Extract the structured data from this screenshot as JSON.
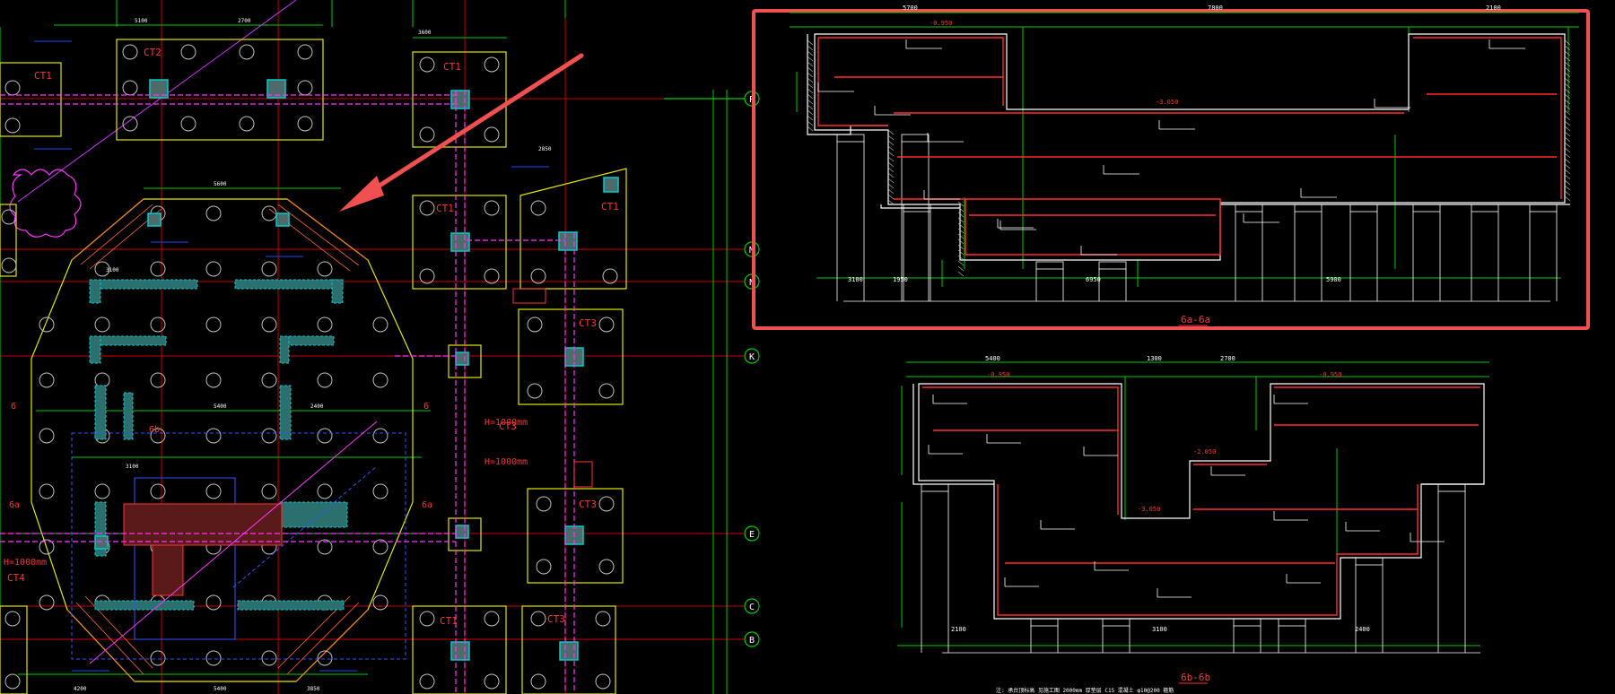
{
  "app": {
    "title": "CAD Drawing Viewer"
  },
  "colors": {
    "background": "#000000",
    "grid": "#00cc00",
    "axis_line": "#cc0000",
    "cap_outline": "#e6e600",
    "pile": "#bfbfbf",
    "wall": "#00cccc",
    "pipe": "#ff33ff",
    "highlight": "#ff4d4d",
    "annotation": "#1a4dff",
    "rebar": "#ff2a2a",
    "section": "#ffffff"
  },
  "plan": {
    "axes": [
      {
        "label": "P"
      },
      {
        "label": "M"
      },
      {
        "label": "N"
      },
      {
        "label": "K"
      },
      {
        "label": "E"
      },
      {
        "label": "C"
      },
      {
        "label": "B"
      }
    ],
    "caps": [
      {
        "label": "CT2"
      },
      {
        "label": "CT1"
      },
      {
        "label": "CT1"
      },
      {
        "label": "CT1"
      },
      {
        "label": "CT1"
      },
      {
        "label": "CT3"
      },
      {
        "label": "CT3"
      },
      {
        "label": "CT1"
      },
      {
        "label": "CT3"
      },
      {
        "label": "CT3"
      },
      {
        "label": "CT4"
      }
    ],
    "pile_notes": [
      {
        "text": "H=1000mm"
      },
      {
        "text": "H=1000mm"
      },
      {
        "text": "H=1000mm"
      }
    ],
    "section_marks": [
      {
        "text": "6"
      },
      {
        "text": "6"
      },
      {
        "text": "6a"
      },
      {
        "text": "6a"
      },
      {
        "text": "6b"
      }
    ],
    "dimensions": [
      {
        "text": "5100"
      },
      {
        "text": "5600"
      },
      {
        "text": "3100"
      },
      {
        "text": "5400"
      },
      {
        "text": "2700"
      },
      {
        "text": "2400"
      },
      {
        "text": "3600"
      },
      {
        "text": "2850"
      },
      {
        "text": "4200"
      },
      {
        "text": "5400"
      },
      {
        "text": "3850"
      },
      {
        "text": "3100"
      }
    ]
  },
  "sections": [
    {
      "title": "6a-6a",
      "dims_top": [
        {
          "text": "5700"
        },
        {
          "text": "7800"
        },
        {
          "text": "2100"
        }
      ],
      "dims_bottom": [
        {
          "text": "3100"
        },
        {
          "text": "6950"
        },
        {
          "text": "1950"
        },
        {
          "text": "5900"
        }
      ],
      "levels": [
        {
          "text": "-0.950"
        },
        {
          "text": "-3.050"
        }
      ],
      "highlighted": true
    },
    {
      "title": "6b-6b",
      "dims_top": [
        {
          "text": "5400"
        },
        {
          "text": "1300"
        },
        {
          "text": "2700"
        }
      ],
      "dims_bottom": [
        {
          "text": "2100"
        },
        {
          "text": "3100"
        },
        {
          "text": "2400"
        }
      ],
      "levels": [
        {
          "text": "-0.950"
        },
        {
          "text": "-0.950"
        },
        {
          "text": "-2.050"
        },
        {
          "text": "-3.050"
        }
      ],
      "highlighted": false
    }
  ],
  "footer_note": {
    "text": "注: 承台顶标高 见施工图 2000mm 厚垫层 C15 混凝土 φ10@200 箍筋"
  }
}
